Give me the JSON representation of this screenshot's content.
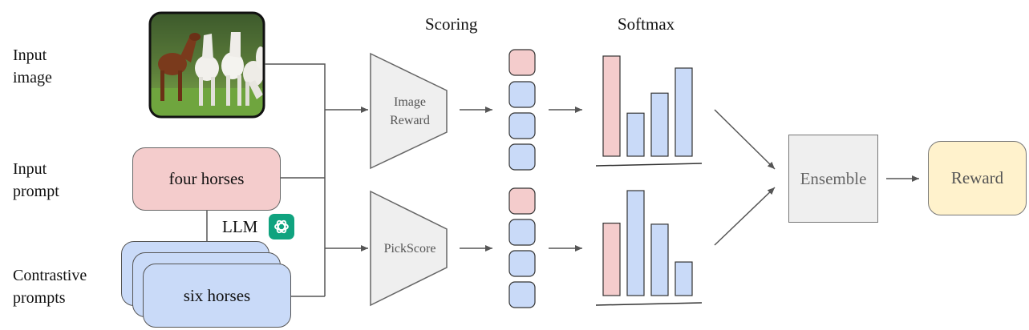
{
  "row_labels": {
    "input_image": "Input\nimage",
    "input_prompt": "Input\nprompt",
    "contrastive_prompts": "Contrastive\nprompts"
  },
  "column_headers": {
    "scoring": "Scoring",
    "softmax": "Softmax"
  },
  "input_prompt_text": "four horses",
  "contrastive_prompt_text": "six horses",
  "llm_label": "LLM",
  "models": {
    "top": "Image\nReward",
    "bottom": "PickScore"
  },
  "ensemble_label": "Ensemble",
  "reward_label": "Reward",
  "softmax_bars": {
    "top": [
      1.0,
      0.43,
      0.63,
      0.88
    ],
    "bottom": [
      0.69,
      1.0,
      0.68,
      0.32
    ]
  },
  "colors": {
    "positive": "#f4cccc",
    "negative": "#c9daf8",
    "model_fill": "#efefef",
    "ensemble_fill": "#efefef",
    "reward_fill": "#fff2cc",
    "llm_icon": "#10a37f"
  },
  "icons": {
    "llm": "openai-logo-icon",
    "image": "horses-photo"
  }
}
